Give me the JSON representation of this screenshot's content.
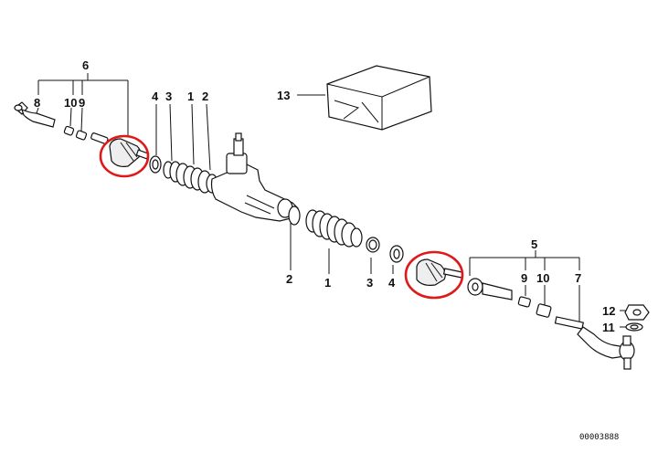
{
  "callouts": {
    "n1a": "1",
    "n1b": "1",
    "n2a": "2",
    "n2b": "2",
    "n3a": "3",
    "n3b": "3",
    "n4a": "4",
    "n4b": "4",
    "n5": "5",
    "n6": "6",
    "n7": "7",
    "n8": "8",
    "n9a": "9",
    "n9b": "9",
    "n10a": "10",
    "n10b": "10",
    "n11": "11",
    "n12": "12",
    "n13": "13"
  },
  "drawing_ref": "00003888",
  "highlight_color": "#e01818"
}
